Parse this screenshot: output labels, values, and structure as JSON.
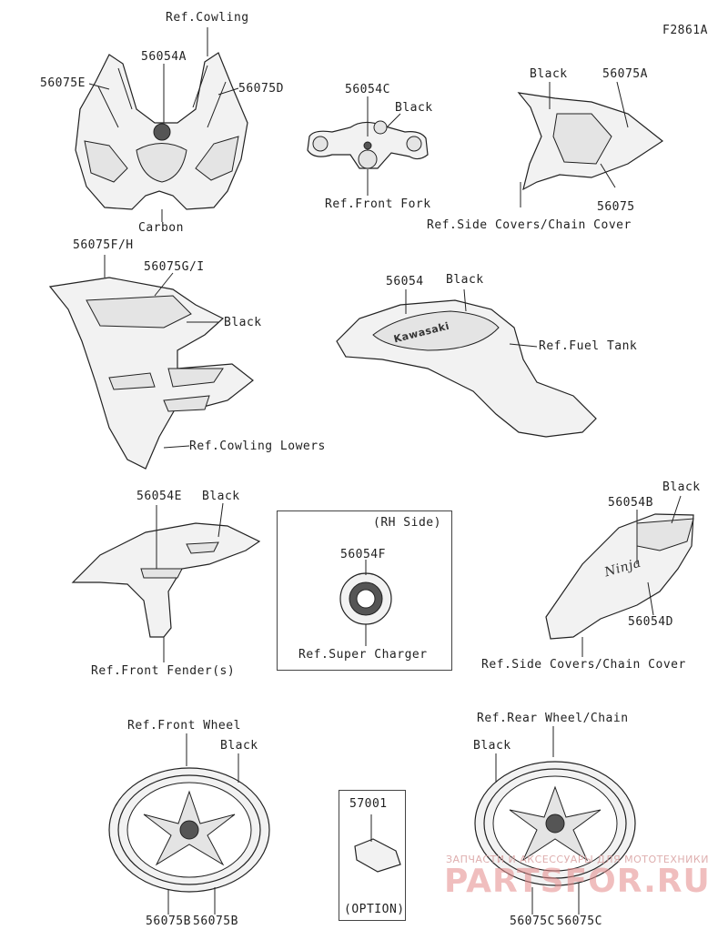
{
  "figure_code": "F2861A",
  "labels": {
    "ref_cowling": "Ref.Cowling",
    "p56054A": "56054A",
    "p56075E": "56075E",
    "p56075D": "56075D",
    "carbon": "Carbon",
    "p56054C": "56054C",
    "black_fork": "Black",
    "ref_front_fork": "Ref.Front Fork",
    "black_tail": "Black",
    "p56075A": "56075A",
    "p56075": "56075",
    "ref_side_covers_1": "Ref.Side Covers/Chain Cover",
    "p56075FH": "56075F/H",
    "p56075GI": "56075G/I",
    "black_lower": "Black",
    "ref_cowling_lowers": "Ref.Cowling Lowers",
    "p56054": "56054",
    "black_tank": "Black",
    "ref_fuel_tank": "Ref.Fuel Tank",
    "p56054E": "56054E",
    "black_fender": "Black",
    "ref_front_fenders": "Ref.Front Fender(s)",
    "rh_side": "(RH Side)",
    "p56054F": "56054F",
    "ref_super_charger": "Ref.Super Charger",
    "black_side": "Black",
    "p56054B": "56054B",
    "p56054D": "56054D",
    "ref_side_covers_2": "Ref.Side Covers/Chain Cover",
    "ref_front_wheel": "Ref.Front Wheel",
    "black_fwheel": "Black",
    "p56075B_1": "56075B",
    "p56075B_2": "56075B",
    "p57001": "57001",
    "option": "(OPTION)",
    "ref_rear_wheel": "Ref.Rear Wheel/Chain",
    "black_rwheel": "Black",
    "p56075C_1": "56075C",
    "p56075C_2": "56075C"
  },
  "decals": {
    "kawasaki": "Kawasaki",
    "ninja": "Ninja"
  },
  "watermark": {
    "line1": "ЗАПЧАСТИ И АКСЕССУАРЫ ДЛЯ МОТОТЕХНИКИ",
    "line2": "PARTSFOR.RU"
  },
  "colors": {
    "line": "#222222",
    "watermark": "#e48a8a"
  }
}
